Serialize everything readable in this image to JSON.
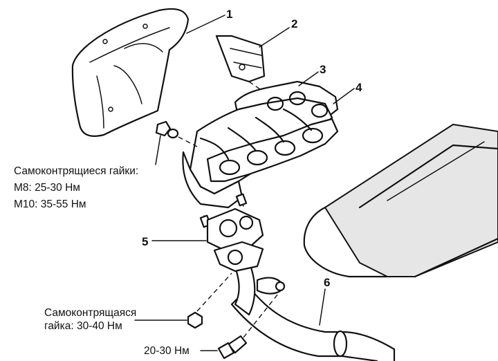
{
  "callouts": {
    "n1": "1",
    "n2": "2",
    "n3": "3",
    "n4": "4",
    "n5": "5",
    "n6": "6"
  },
  "labels": {
    "self_locking_nuts_title": "Самоконтрящиеся гайки:",
    "m8_torque": "M8: 25-30 Нм",
    "m10_torque": "M10: 35-55 Нм",
    "self_locking_nut_line1": "Самоконтрящаяся",
    "self_locking_nut_line2": "гайка: 30-40 Нм",
    "bolt_torque": "20-30 Нм"
  }
}
